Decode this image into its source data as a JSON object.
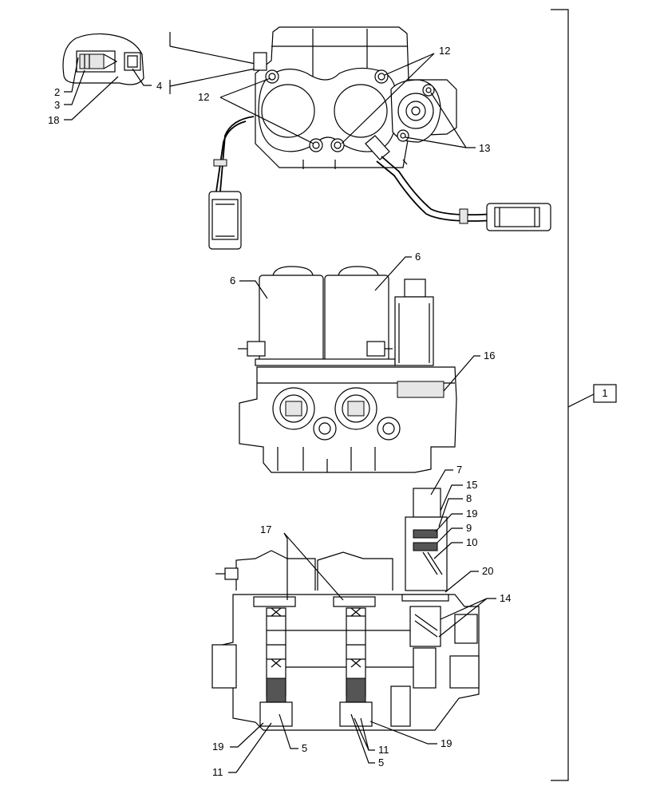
{
  "callouts": {
    "c2": "2",
    "c3": "3",
    "c18": "18",
    "c4": "4",
    "c12a": "12",
    "c12b": "12",
    "c13": "13",
    "c6a": "6",
    "c6b": "6",
    "c16": "16",
    "c7": "7",
    "c15": "15",
    "c8": "8",
    "c19a": "19",
    "c9": "9",
    "c10": "10",
    "c20": "20",
    "c14": "14",
    "c17": "17",
    "c19b": "19",
    "c5a": "5",
    "c11a": "11",
    "c11b": "11",
    "c5b": "5",
    "c19c": "19"
  },
  "assembly_label": "1"
}
